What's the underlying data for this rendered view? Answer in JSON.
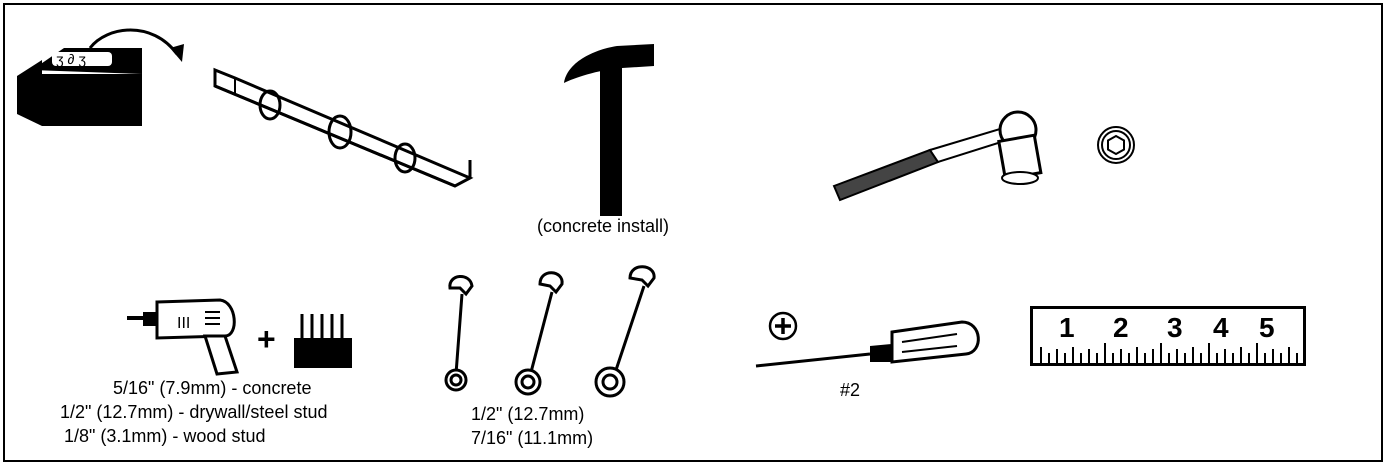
{
  "tools": {
    "hammer_note": "(concrete install)",
    "drill_sizes": [
      "5/16\" (7.9mm) - concrete",
      "1/2\" (12.7mm) - drywall/steel stud",
      "1/8\" (3.1mm) - wood stud"
    ],
    "wrench_sizes": [
      "1/2\" (12.7mm)",
      "7/16\" (11.1mm)"
    ],
    "screwdriver_size": "#2",
    "ruler_numbers": [
      "1",
      "2",
      "3",
      "4",
      "5"
    ],
    "plus_sign": "+"
  }
}
